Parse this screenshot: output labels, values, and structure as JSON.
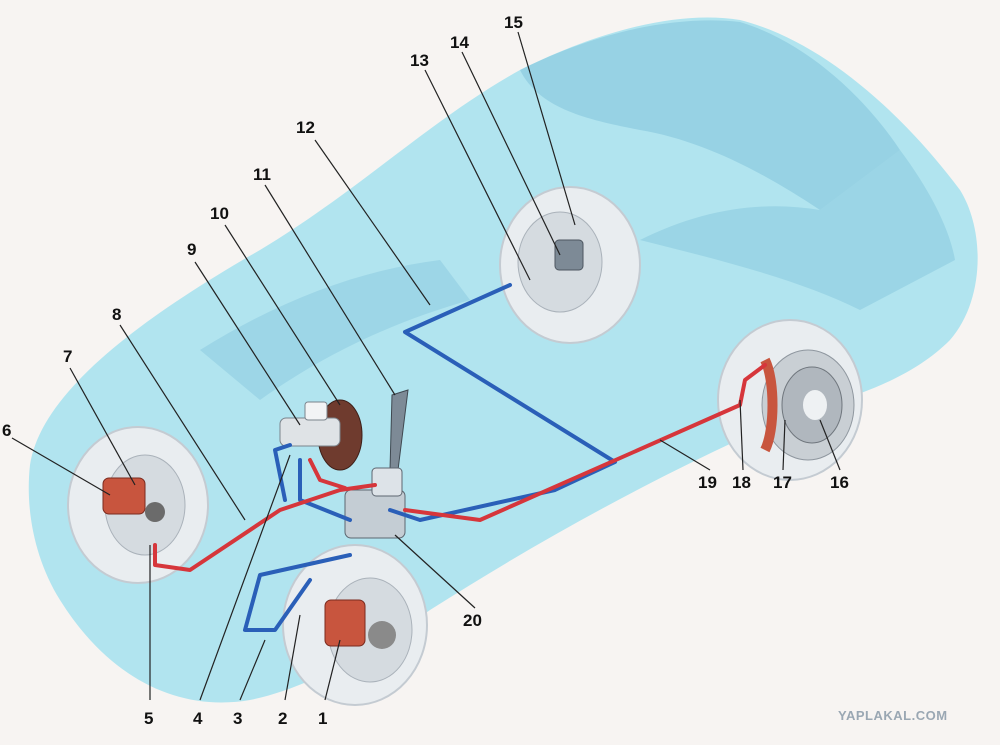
{
  "diagram": {
    "callouts": [
      "1",
      "2",
      "3",
      "4",
      "5",
      "6",
      "7",
      "8",
      "9",
      "10",
      "11",
      "12",
      "13",
      "14",
      "15",
      "16",
      "17",
      "18",
      "19",
      "20"
    ],
    "watermark": "YAPLAKAL.COM"
  },
  "colors": {
    "background": "#f7f4f2",
    "car_body": "#a8e2ee",
    "car_shadow": "#8ccbe0",
    "brake_line_front": "#2a5fb8",
    "brake_line_rear": "#d6363b",
    "wheel": "#e9edf0",
    "caliper": "#c8553e"
  },
  "icons": [
    "car-body-icon",
    "wheel-icon",
    "caliper-icon",
    "master-cylinder-icon",
    "brake-booster-icon",
    "brake-pedal-icon",
    "abs-unit-icon",
    "rear-drum-icon"
  ]
}
